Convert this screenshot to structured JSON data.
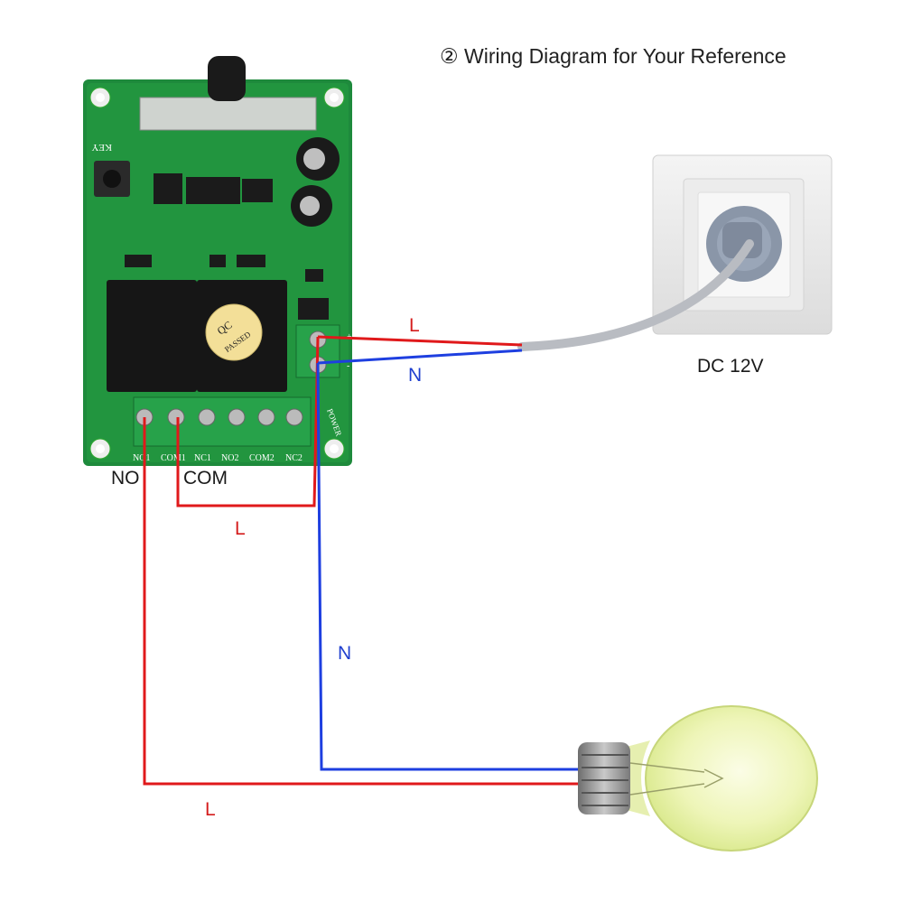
{
  "title": "② Wiring Diagram for Your Reference",
  "labels": {
    "dc": "DC 12V",
    "no": "NO",
    "com": "COM",
    "l_top": "L",
    "n_top": "N",
    "l_mid": "L",
    "n_mid": "N",
    "l_bottom": "L"
  },
  "board": {
    "terminals": [
      "NO1",
      "COM1",
      "NC1",
      "NO2",
      "COM2",
      "NC2"
    ],
    "key_label": "KEY",
    "qc_label": "QC",
    "passed_label": "PASSED",
    "power_label": "POWER",
    "plus_label": "+",
    "minus_label": "-"
  },
  "colors": {
    "live_wire": "#e0191b",
    "neutral_wire": "#1e3fe0",
    "pcb": "#1e8a3c"
  }
}
